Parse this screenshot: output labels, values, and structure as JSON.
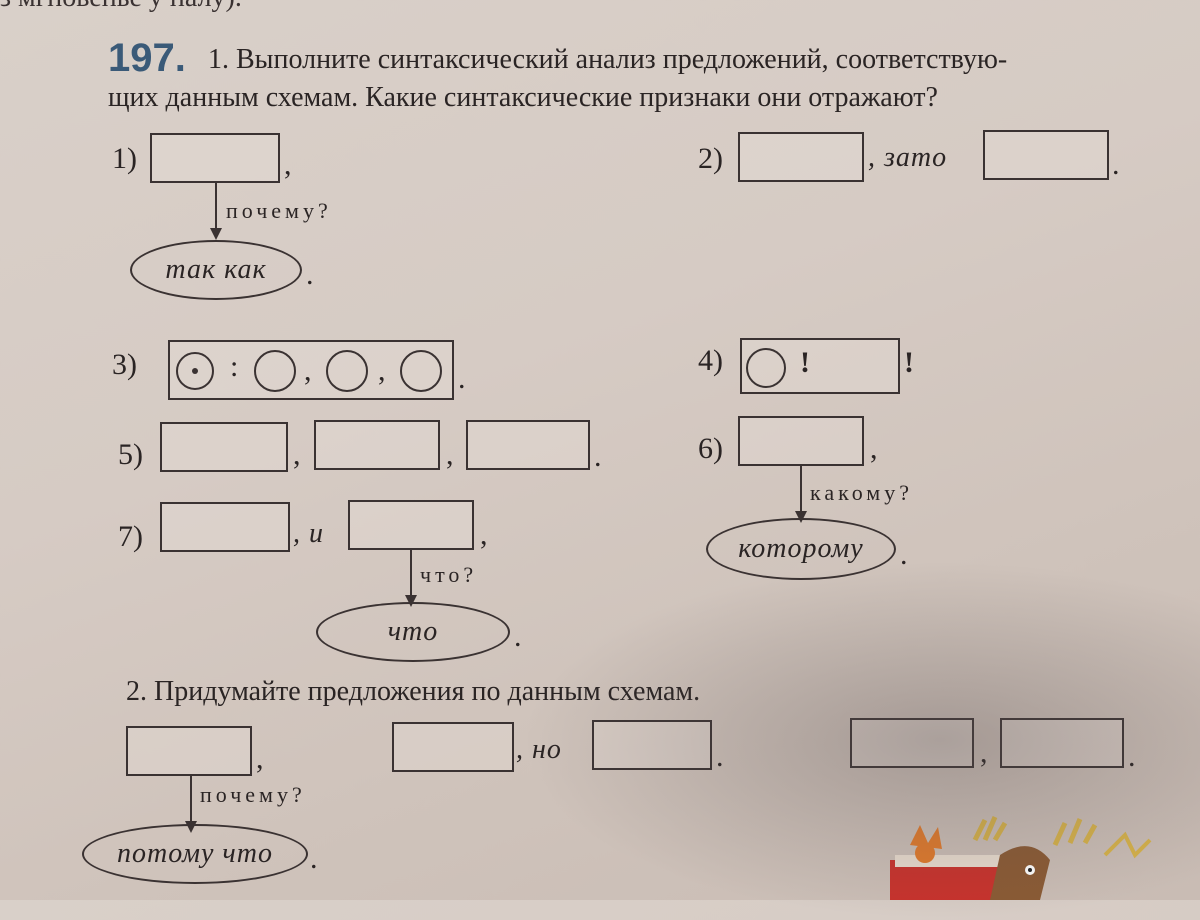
{
  "top_cut_line": "з мгновенье у налу).",
  "exercise": {
    "number": "197.",
    "task1_line1": "1. Выполните синтаксический анализ предложений, соответствую-",
    "task1_line2": "щих данным схемам. Какие синтаксические признаки они отражают?",
    "task2": "2. Придумайте предложения по данным схемам."
  },
  "schemes": {
    "s1": {
      "num": "1)",
      "comma": ",",
      "question": "почему?",
      "oval": "так как",
      "dot": "."
    },
    "s2": {
      "num": "2)",
      "word": ", зато",
      "dot": "."
    },
    "s3": {
      "num": "3)",
      "colon": ":",
      "comma1": ",",
      "comma2": ",",
      "dot": "."
    },
    "s4": {
      "num": "4)",
      "excl_inside": "!",
      "excl_outside": "!"
    },
    "s5": {
      "num": "5)",
      "comma1": ",",
      "comma2": ",",
      "dot": "."
    },
    "s6": {
      "num": "6)",
      "comma": ",",
      "question": "какому?",
      "oval": "которому",
      "dot": "."
    },
    "s7": {
      "num": "7)",
      "word": ", и",
      "comma": ",",
      "question": "что?",
      "oval": "что",
      "dot": "."
    }
  },
  "task2_schemes": {
    "a": {
      "comma": ",",
      "question": "почему?",
      "oval": "потому что",
      "dot": "."
    },
    "b": {
      "word": ", но",
      "dot": "."
    },
    "c": {
      "comma": ",",
      "dot": "."
    }
  },
  "colors": {
    "paper": "#d6cbc4",
    "ink": "#3a3232",
    "number_blue": "#3a5a78"
  }
}
